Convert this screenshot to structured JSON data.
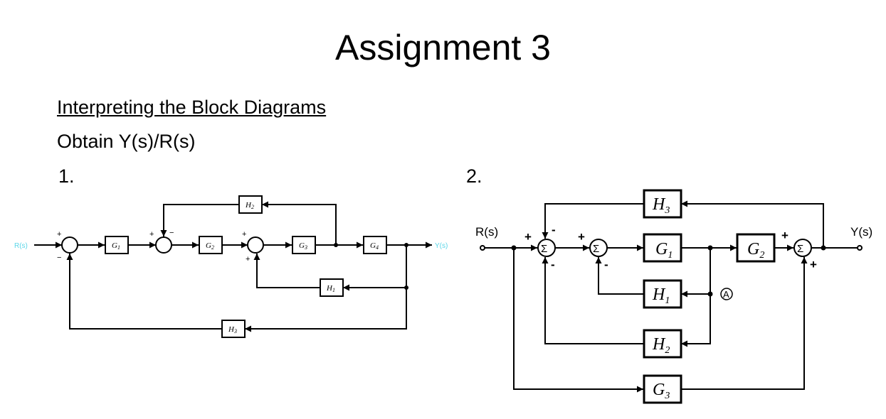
{
  "page": {
    "title": "Assignment 3",
    "subtitle": "Interpreting the Block Diagrams",
    "task": "Obtain Y(s)/R(s)"
  },
  "diagram1": {
    "number": "1.",
    "input_label": "R(s)",
    "output_label": "Y(s)",
    "blocks": {
      "g1": "G",
      "g2": "G",
      "g3": "G",
      "g4": "G",
      "h1": "H",
      "h2": "H",
      "h3": "H"
    },
    "subscripts": {
      "g1": "1",
      "g2": "2",
      "g3": "3",
      "g4": "4",
      "h1": "1",
      "h2": "2",
      "h3": "3"
    },
    "signs": {
      "s1_top": "+",
      "s1_bottom": "−",
      "s2_left": "+",
      "s2_right": "−",
      "s3_top": "+",
      "s3_bottom": "+"
    },
    "label_color": "#5bd6e8"
  },
  "diagram2": {
    "number": "2.",
    "input_label": "R(s)",
    "output_label": "Y(s)",
    "sum_symbol": "Σ",
    "blocks": {
      "g1": "G",
      "g2": "G",
      "g3": "G",
      "h1": "H",
      "h2": "H",
      "h3": "H"
    },
    "subscripts": {
      "g1": "1",
      "g2": "2",
      "g3": "3",
      "h1": "1",
      "h2": "2",
      "h3": "3"
    },
    "signs": {
      "s1_left": "+",
      "s1_top": "-",
      "s1_bottom": "-",
      "s2_left": "+",
      "s2_bottom": "-",
      "s3_left": "+",
      "s3_bottom": "+"
    },
    "node_label": "A"
  }
}
